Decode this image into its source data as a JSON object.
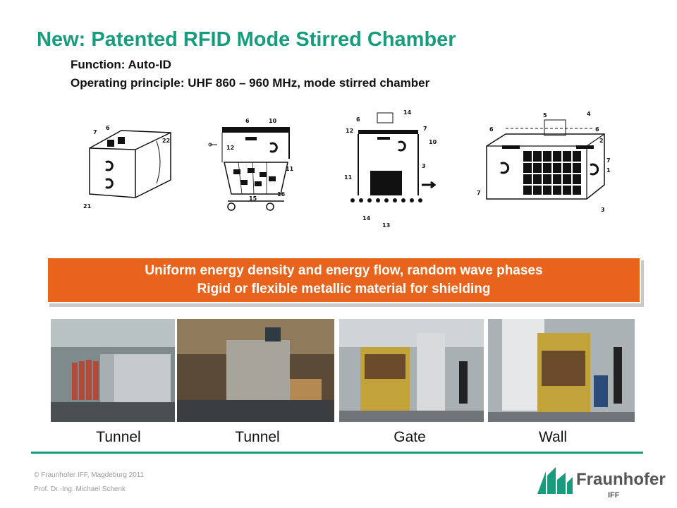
{
  "header": {
    "title": "New: Patented RFID Mode Stirred Chamber",
    "line1": "Function: Auto-ID",
    "line2": "Operating principle: UHF 860 – 960 MHz, mode stirred chamber"
  },
  "diagrams": [
    {
      "labels": [
        "7",
        "6",
        "22",
        "21"
      ]
    },
    {
      "labels": [
        "6",
        "10",
        "12",
        "11",
        "15",
        "16"
      ]
    },
    {
      "labels": [
        "6",
        "14",
        "12",
        "7",
        "10",
        "3",
        "11",
        "14",
        "13"
      ]
    },
    {
      "labels": [
        "5",
        "4",
        "6",
        "6",
        "2",
        "7",
        "1",
        "7",
        "3"
      ]
    }
  ],
  "banner": {
    "line1": "Uniform energy density and energy  flow, random wave phases",
    "line2": "Rigid or flexible metallic material for shielding"
  },
  "captions": [
    "Tunnel",
    "Tunnel",
    "Gate",
    "Wall"
  ],
  "footer": {
    "copyright": "© Fraunhofer IFF, Magdeburg 2011",
    "author": "Prof. Dr.-Ing. Michael Schenk"
  },
  "logo": {
    "name": "Fraunhofer",
    "sub": "IFF"
  },
  "colors": {
    "accent": "#179c7d",
    "banner": "#e8641c"
  }
}
